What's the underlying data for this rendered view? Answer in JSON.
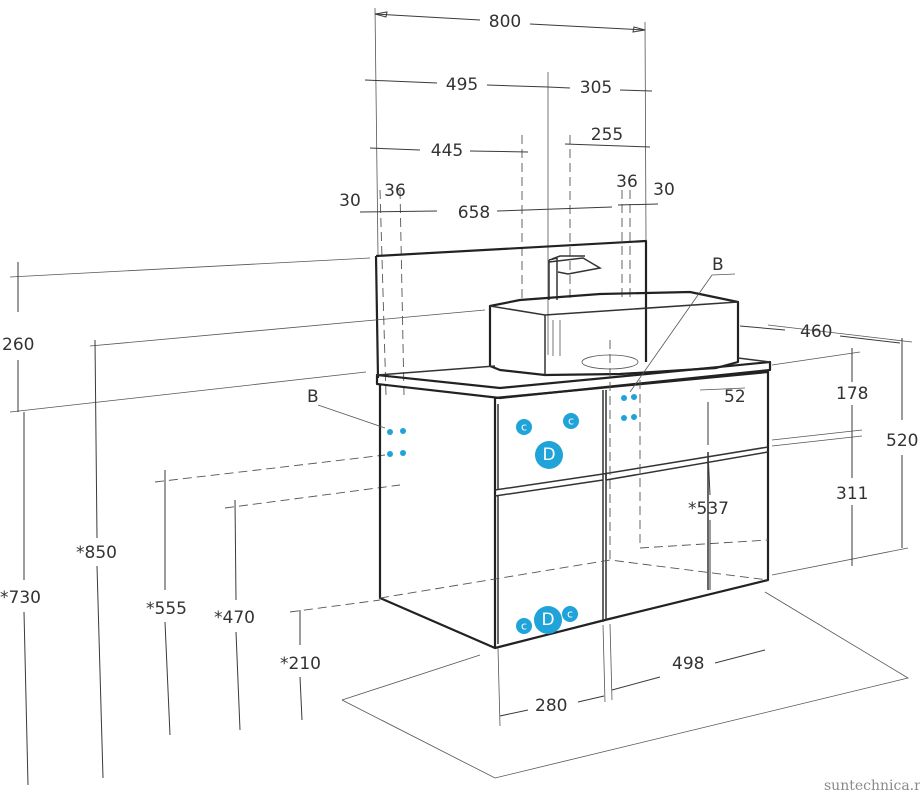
{
  "dimensions": {
    "width_total": "800",
    "left_offset": "495",
    "right_offset": "305",
    "inner_left": "445",
    "inner_right": "255",
    "side_left": "30",
    "gap_left": "36",
    "inner_span": "658",
    "gap_right": "36",
    "side_right": "30",
    "backsplash_height": "260",
    "depth": "460",
    "height_850": "*850",
    "height_730": "*730",
    "height_555": "*555",
    "height_470": "*470",
    "height_210": "*210",
    "drawer_top": "178",
    "drawer_bottom": "311",
    "cabinet_height": "520",
    "inner_52": "52",
    "inner_537": "*537",
    "width_498": "498",
    "width_280": "280"
  },
  "callouts": {
    "b_left": "B",
    "b_right": "B"
  },
  "markers": {
    "c": "c",
    "d": "D"
  },
  "watermark": "suntechnica.ru",
  "colors": {
    "marker": "#1fa3d9",
    "line": "#333333",
    "background": "#ffffff"
  }
}
